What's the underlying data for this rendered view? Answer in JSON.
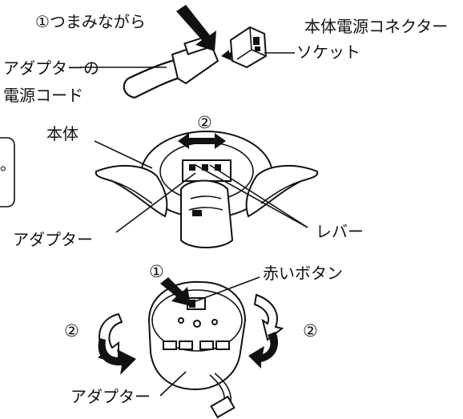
{
  "labels": {
    "pinch": "①つまみながら",
    "connector": "本体電源コネクター",
    "socket": "ソケット",
    "adapter_cord_1": "アダプターの",
    "adapter_cord_2": "電源コード",
    "body": "本体",
    "step2_top": "②",
    "adapter_mid": "アダプター",
    "lever": "レバー",
    "step1": "①",
    "red_button": "赤いボタン",
    "step2_left": "②",
    "step2_right": "②",
    "adapter_bottom": "アダプター",
    "side_note": "。"
  }
}
